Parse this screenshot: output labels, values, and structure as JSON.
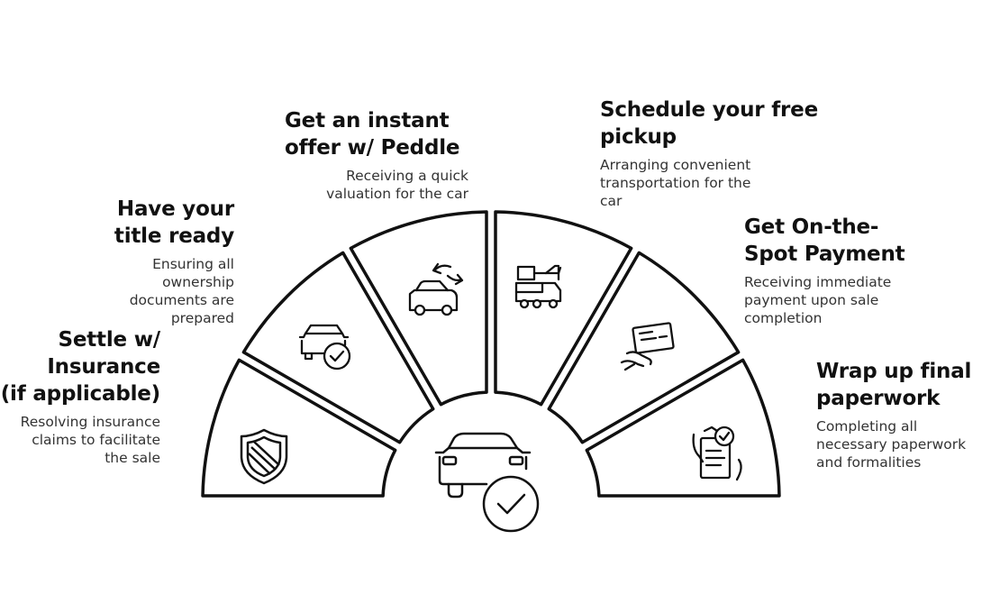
{
  "steps": [
    {
      "title": "Settle w/\nInsurance\n(if applicable)",
      "description": "Resolving insurance\nclaims to facilitate\nthe sale",
      "icon": "shield-icon"
    },
    {
      "title": "Have your\ntitle ready",
      "description": "Ensuring all\nownership\ndocuments are\nprepared",
      "icon": "car-check-icon"
    },
    {
      "title": "Get an instant\noffer w/ Peddle",
      "description": "Receiving a quick\nvaluation for the car",
      "icon": "car-exchange-icon"
    },
    {
      "title": "Schedule your free\npickup",
      "description": "Arranging convenient\ntransportation for the\ncar",
      "icon": "tow-truck-icon"
    },
    {
      "title": "Get On-the-\nSpot Payment",
      "description": "Receiving immediate\npayment upon sale\ncompletion",
      "icon": "card-payment-icon"
    },
    {
      "title": "Wrap up final\n paperwork",
      "description": "Completing all\nnecessary paperwork\nand formalities",
      "icon": "document-check-icon"
    }
  ],
  "center_icon": "car-checkmark-icon",
  "colors": {
    "stroke": "#111111",
    "background": "#ffffff",
    "text": "#111111"
  }
}
